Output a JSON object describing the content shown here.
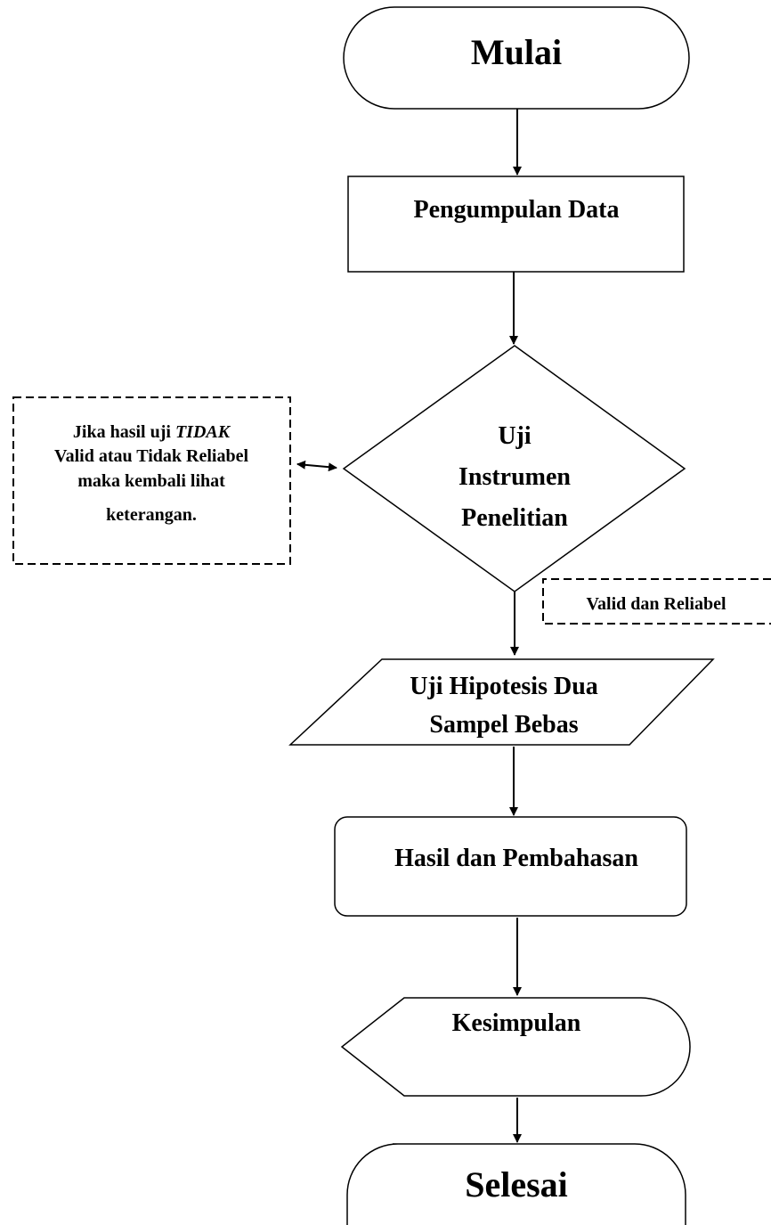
{
  "flowchart": {
    "start": "Mulai",
    "collect": "Pengumpulan Data",
    "test": {
      "line1": "Uji",
      "line2": "Instrumen",
      "line3": "Penelitian"
    },
    "note_fail": {
      "line1_prefix": "Jika hasil uji ",
      "line1_italic": "TIDAK",
      "line2": "Valid atau Tidak Reliabel",
      "line3": "maka kembali lihat",
      "line4": "keterangan."
    },
    "note_pass": "Valid dan Reliabel",
    "hypothesis": {
      "line1": "Uji Hipotesis Dua",
      "line2": "Sampel Bebas"
    },
    "results": "Hasil dan Pembahasan",
    "conclusion": "Kesimpulan",
    "end": "Selesai"
  }
}
